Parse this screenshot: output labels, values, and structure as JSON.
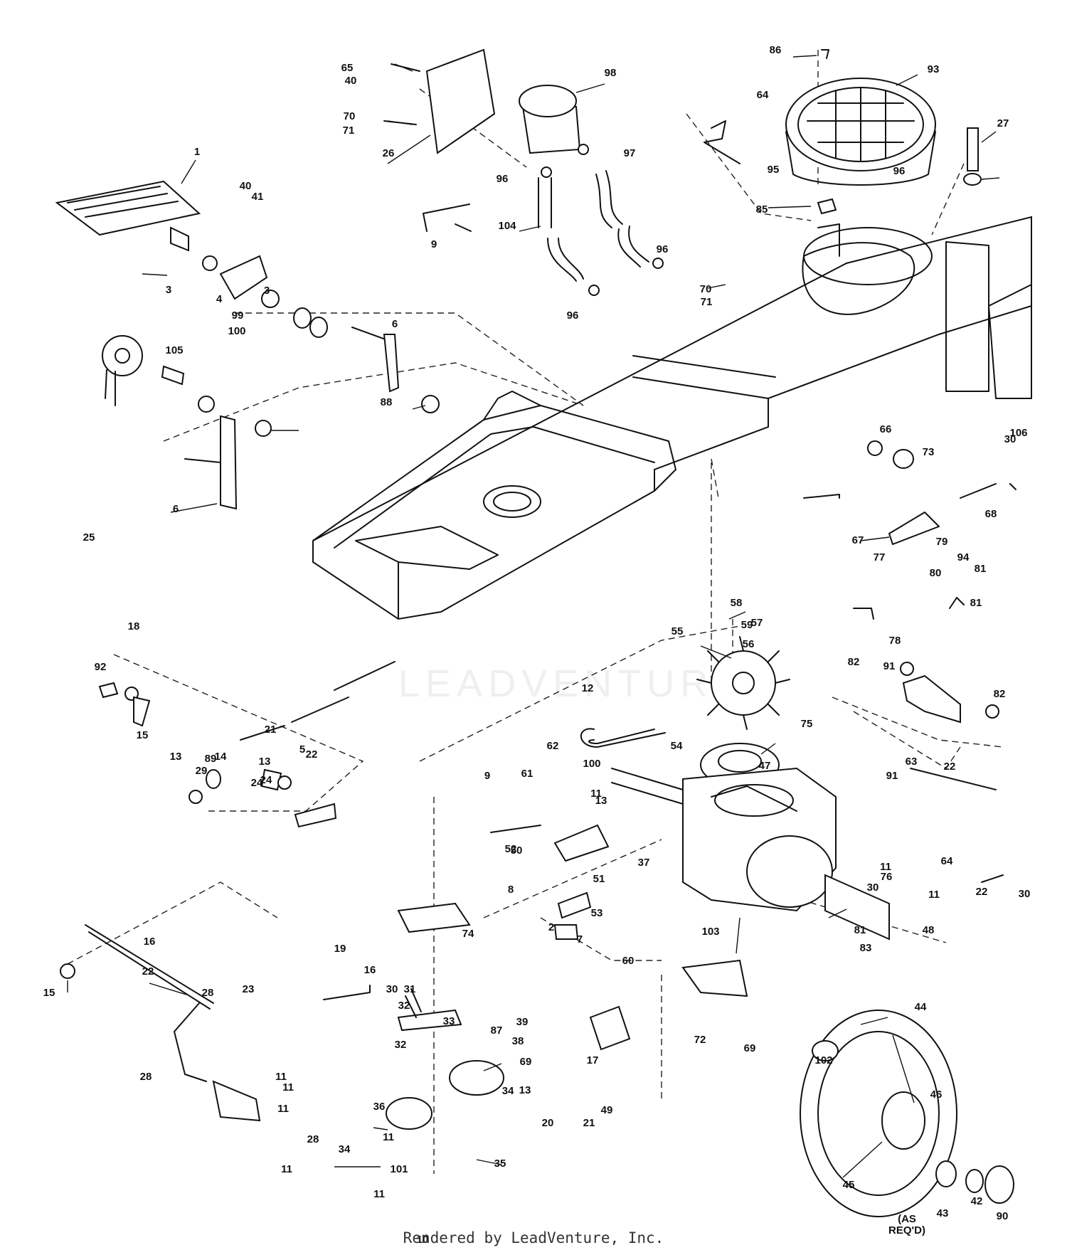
{
  "diagram": {
    "footer": "Rendered by LeadVenture, Inc.",
    "watermark": "LEADVENTURE",
    "note": "(AS REQ'D)",
    "callouts": [
      "1",
      "2",
      "3",
      "3",
      "4",
      "5",
      "6",
      "6",
      "7",
      "8",
      "9",
      "9",
      "10",
      "11",
      "11",
      "11",
      "11",
      "11",
      "11",
      "11",
      "11",
      "11",
      "12",
      "13",
      "13",
      "13",
      "13",
      "14",
      "15",
      "15",
      "16",
      "16",
      "17",
      "18",
      "19",
      "20",
      "21",
      "21",
      "22",
      "22",
      "22",
      "22",
      "23",
      "24",
      "24",
      "25",
      "26",
      "27",
      "28",
      "28",
      "28",
      "29",
      "30",
      "30",
      "30",
      "30",
      "31",
      "32",
      "32",
      "33",
      "34",
      "34",
      "35",
      "36",
      "37",
      "38",
      "39",
      "40",
      "40",
      "41",
      "42",
      "43",
      "44",
      "45",
      "46",
      "47",
      "48",
      "49",
      "50",
      "51",
      "52",
      "53",
      "54",
      "55",
      "56",
      "57",
      "58",
      "59",
      "60",
      "61",
      "62",
      "63",
      "64",
      "64",
      "65",
      "66",
      "67",
      "68",
      "69",
      "69",
      "70",
      "70",
      "71",
      "71",
      "72",
      "73",
      "74",
      "75",
      "76",
      "77",
      "78",
      "79",
      "80",
      "81",
      "81",
      "81",
      "82",
      "82",
      "83",
      "85",
      "86",
      "87",
      "88",
      "89",
      "90",
      "91",
      "91",
      "92",
      "93",
      "94",
      "95",
      "96",
      "96",
      "96",
      "96",
      "97",
      "98",
      "99",
      "100",
      "100",
      "101",
      "102",
      "103",
      "104",
      "105",
      "106"
    ]
  }
}
